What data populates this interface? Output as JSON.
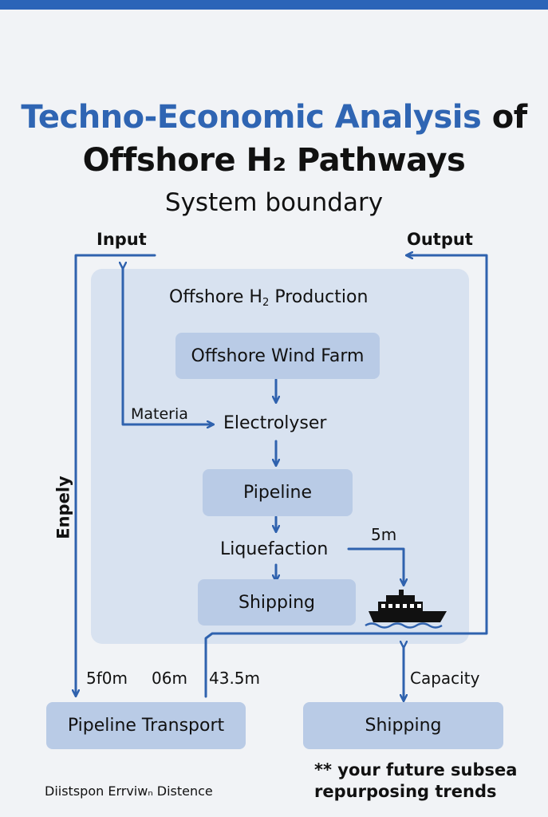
{
  "title": {
    "line1_accent": "Techno-Economic Analysis",
    "line1_rest": " of",
    "line2": "Offshore H₂ Pathways"
  },
  "subtitle": "System boundary",
  "labels": {
    "input": "Input",
    "output": "Output",
    "materia": "Materia",
    "side": "Enpely",
    "dist_5m": "5m",
    "dist_a": "5f0m",
    "dist_b": "06m",
    "dist_c": "43.5m",
    "capacity": "Capacity"
  },
  "region": {
    "title_prefix": "Offshore H",
    "title_sub": "2",
    "title_suffix": " Production"
  },
  "nodes": {
    "wind_farm": "Offshore Wind Farm",
    "electrolyser": "Electrolyser",
    "pipeline": "Pipeline",
    "liquefaction": "Liquefaction",
    "shipping": "Shipping"
  },
  "outputs": {
    "pipeline_transport": "Pipeline Transport",
    "shipping": "Shipping"
  },
  "note": {
    "line1": "** your future subsea",
    "line2": "repurposing trends"
  },
  "footer": "Diistspon Errviwₙ Distence",
  "icons": {
    "ship": "ship-icon"
  },
  "colors": {
    "accent": "#2f65b3",
    "arrow": "#2f62ae",
    "box": "#b9cbe6",
    "region": "#d8e2f0"
  }
}
